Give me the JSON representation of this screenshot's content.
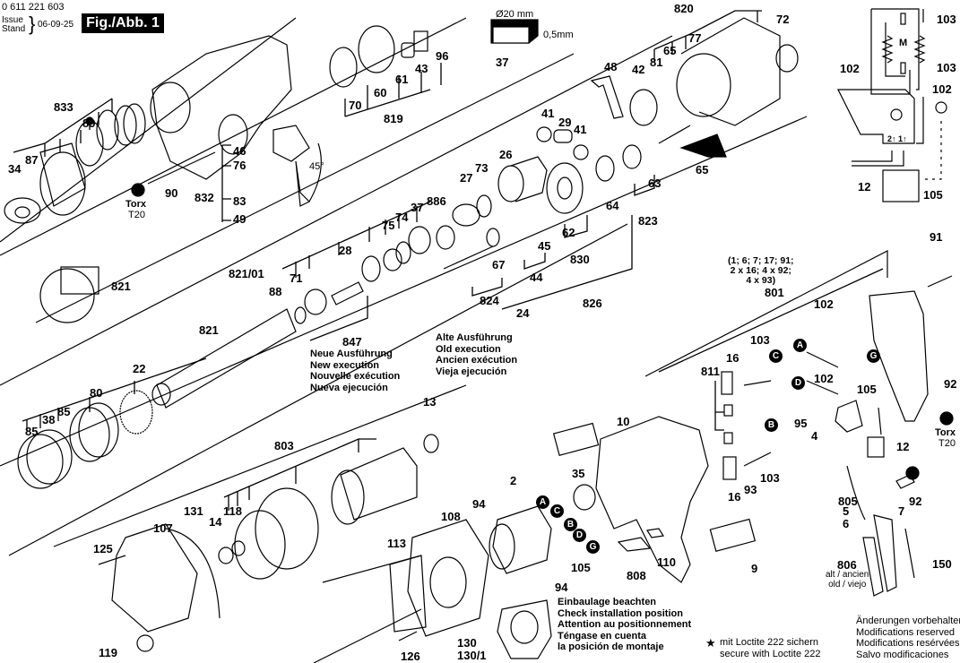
{
  "header": {
    "part_number": "0 611 221 603",
    "issue_label": "Issue",
    "stand_label": "Stand",
    "date": "06-09-25",
    "figure_label": "Fig./Abb. 1"
  },
  "detail_37": {
    "diameter": "Ø20 mm",
    "depth": "0,5mm",
    "part": "37"
  },
  "torx": [
    {
      "label": "Torx",
      "size": "T20"
    },
    {
      "label": "Torx",
      "size": "T20"
    }
  ],
  "angle": "45°",
  "callouts": {
    "a": "A",
    "b": "B",
    "c": "C",
    "d": "D",
    "g": "G"
  },
  "parts": [
    "34",
    "87",
    "833",
    "89",
    "90",
    "832",
    "46",
    "76",
    "83",
    "49",
    "70",
    "60",
    "61",
    "43",
    "96",
    "819",
    "37",
    "48",
    "42",
    "81",
    "65",
    "77",
    "820",
    "72",
    "41",
    "29",
    "41",
    "26",
    "27",
    "73",
    "65",
    "63",
    "64",
    "823",
    "62",
    "830",
    "67",
    "45",
    "44",
    "824",
    "24",
    "826",
    "886",
    "37",
    "74",
    "75",
    "28",
    "71",
    "88",
    "821/01",
    "821",
    "821",
    "22",
    "80",
    "85",
    "38",
    "85",
    "847",
    "13",
    "803",
    "131",
    "107",
    "125",
    "14",
    "118",
    "119",
    "108",
    "113",
    "126",
    "130",
    "130/1",
    "94",
    "2",
    "94",
    "105",
    "35",
    "10",
    "808",
    "110",
    "9",
    "801",
    "91",
    "102",
    "103",
    "16",
    "811",
    "102",
    "95",
    "4",
    "16",
    "93",
    "103",
    "105",
    "12",
    "92",
    "92",
    "805",
    "5",
    "6",
    "7",
    "806",
    "150",
    "102",
    "103",
    "103",
    "102",
    "12",
    "105"
  ],
  "assembly_801_contents": "(1; 6; 7; 17; 91;\n2 x 16; 4 x 92;\n4 x 93)",
  "notes": {
    "new_execution": "Neue Ausführung\nNew execution\nNouvelle exécution\nNueva ejecución",
    "old_execution": "Alte Ausführung\nOld execution\nAncien exécution\nVieja ejecución",
    "install_position": "Einbaulage beachten\nCheck installation position\nAttention au positionnement\nTéngase en cuenta\nla posición de montaje",
    "loctite_star": "★",
    "loctite": "mit Loctite 222 sichern\nsecure with Loctite 222",
    "modifications": "Änderungen vorbehalten\nModifications reserved\nModifications resérvées\nSalvo modificaciones",
    "old_label": "alt / ancien\nold / viejo"
  },
  "schematic": {
    "motor": "M",
    "switch_terminals": "2↑ 1↑"
  }
}
